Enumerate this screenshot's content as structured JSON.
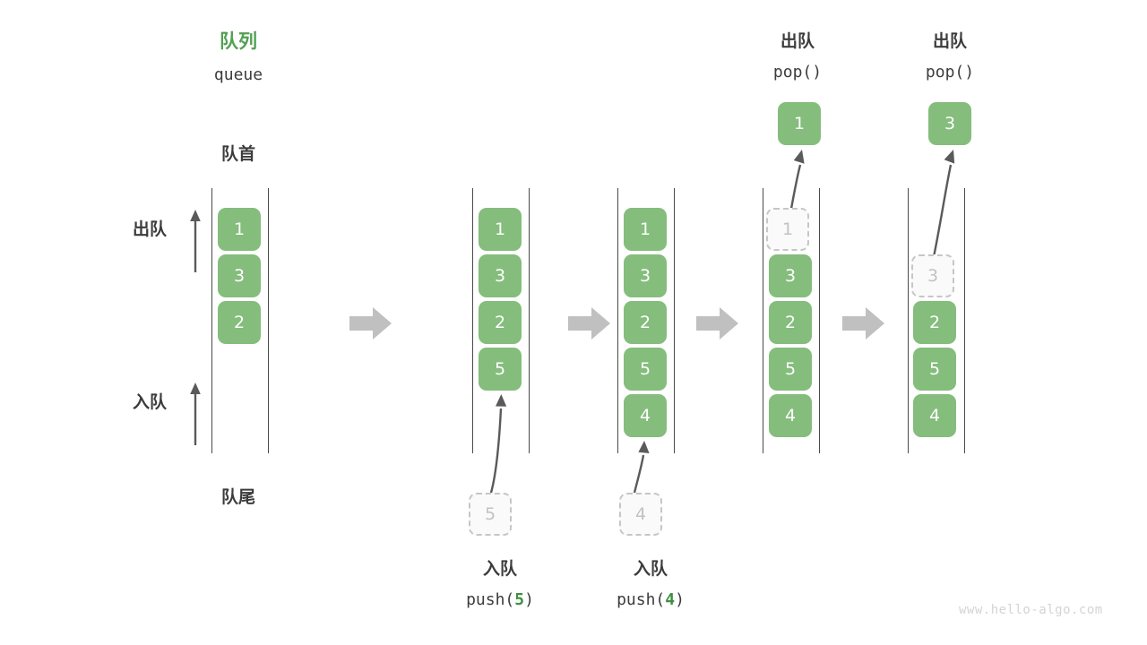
{
  "watermark": "www.hello-algo.com",
  "colors": {
    "accent_green": "#84bd7c",
    "title_green": "#52a052",
    "ghost_border": "#c6c6c6",
    "ghost_text": "#c2c2c2",
    "rail": "#4a4a4a",
    "arrow_grey": "#c0c0c0",
    "text": "#3c3c3c"
  },
  "header": {
    "title_cn": "队列",
    "title_en": "queue"
  },
  "side_labels": {
    "front": "队首",
    "rear": "队尾",
    "pop": "出队",
    "push": "入队"
  },
  "groups": [
    {
      "id": "group-initial",
      "items": [
        "1",
        "3",
        "2"
      ],
      "ghost_index": null,
      "ghost_value": null,
      "caption_cn": "",
      "caption_code": "",
      "incoming_value": null,
      "popped_value": null,
      "top_label_cn": "",
      "top_label_code": ""
    },
    {
      "id": "group-push-5",
      "items": [
        "1",
        "3",
        "2",
        "5"
      ],
      "ghost_index": null,
      "ghost_value": null,
      "caption_cn": "入队",
      "caption_code_prefix": "push(",
      "caption_code_value": "5",
      "caption_code_suffix": ")",
      "incoming_value": "5",
      "popped_value": null,
      "top_label_cn": "",
      "top_label_code": ""
    },
    {
      "id": "group-push-4",
      "items": [
        "1",
        "3",
        "2",
        "5",
        "4"
      ],
      "ghost_index": null,
      "ghost_value": null,
      "caption_cn": "入队",
      "caption_code_prefix": "push(",
      "caption_code_value": "4",
      "caption_code_suffix": ")",
      "incoming_value": "4",
      "popped_value": null,
      "top_label_cn": "",
      "top_label_code": ""
    },
    {
      "id": "group-pop-1",
      "items": [
        "1",
        "3",
        "2",
        "5",
        "4"
      ],
      "ghost_index": 0,
      "ghost_value": "1",
      "caption_cn": "",
      "caption_code": "",
      "incoming_value": null,
      "popped_value": "1",
      "top_label_cn": "出队",
      "top_label_code": "pop()"
    },
    {
      "id": "group-pop-3",
      "items": [
        "3",
        "2",
        "5",
        "4"
      ],
      "ghost_index": 0,
      "ghost_value": "3",
      "caption_cn": "",
      "caption_code": "",
      "incoming_value": null,
      "popped_value": "3",
      "top_label_cn": "出队",
      "top_label_code": "pop()"
    }
  ],
  "transitions": [
    "step-arrow-1",
    "step-arrow-2",
    "step-arrow-3",
    "step-arrow-4"
  ]
}
